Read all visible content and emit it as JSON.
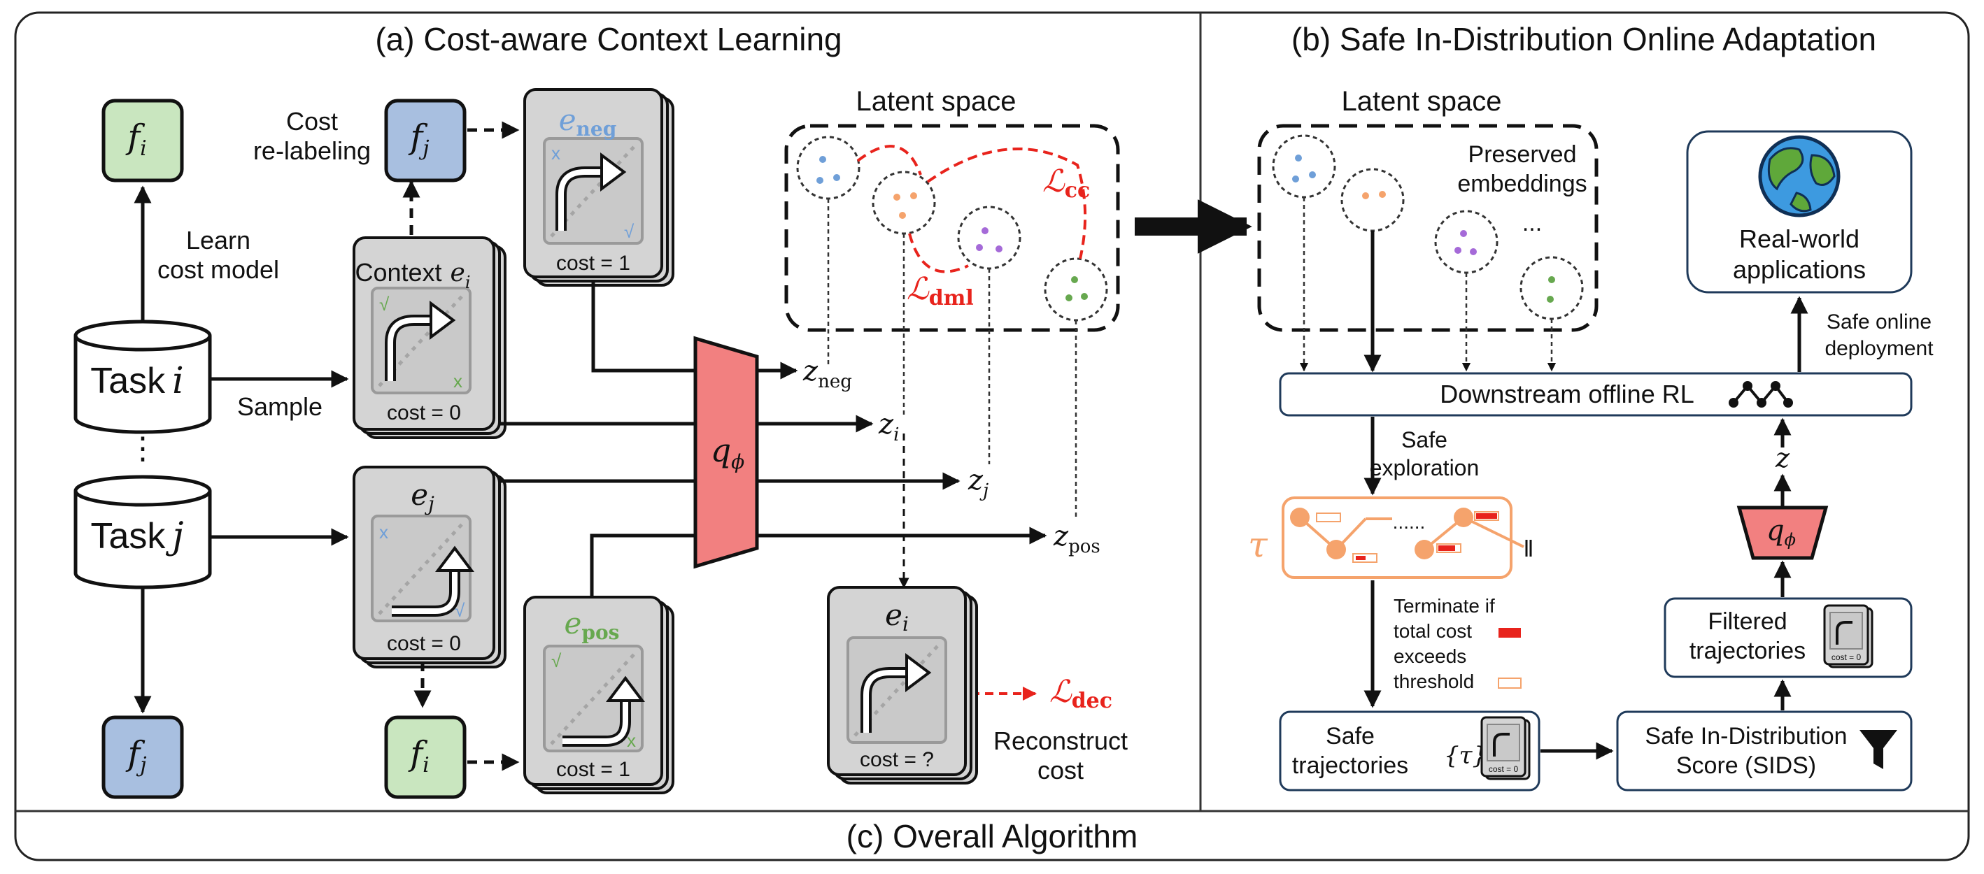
{
  "panels": {
    "a_title": "(a) Cost-aware Context Learning",
    "b_title": "(b) Safe In-Distribution Online Adaptation",
    "c_title": "(c) Overall Algorithm"
  },
  "panel_a": {
    "f_i": "f",
    "f_i_sub": "i",
    "f_j": "f",
    "f_j_sub": "j",
    "learn_cost": [
      "Learn",
      "cost model"
    ],
    "cost_relabel": [
      "Cost",
      "re-labeling"
    ],
    "task_i": "Task",
    "task_i_var": "i",
    "task_j": "Task",
    "task_j_var": "j",
    "ellipsis": "⋮",
    "sample": "Sample",
    "context": "Context",
    "e": "e",
    "sub_i": "i",
    "sub_j": "j",
    "sub_neg": "neg",
    "sub_pos": "pos",
    "cost_0": "cost = 0",
    "cost_1": "cost = 1",
    "cost_q": "cost = ?",
    "check": "√",
    "cross": "x",
    "encoder": "q",
    "encoder_sub": "ϕ",
    "z": "z",
    "latent_space": "Latent space",
    "L": "ℒ",
    "L_cc": "cc",
    "L_dml": "dml",
    "L_dec": "dec",
    "reconstruct": [
      "Reconstruct",
      "cost"
    ]
  },
  "panel_b": {
    "latent_space": "Latent space",
    "preserved": [
      "Preserved",
      "embeddings"
    ],
    "dots": "...",
    "real_world": [
      "Real-world",
      "applications"
    ],
    "safe_online": [
      "Safe online",
      "deployment"
    ],
    "downstream": "Downstream offline RL",
    "safe_exploration": [
      "Safe",
      "exploration"
    ],
    "tau": "τ",
    "traj_dots": "......",
    "terminate": [
      "Terminate if",
      "total cost",
      "exceeds",
      "threshold"
    ],
    "safe_traj": [
      "Safe",
      "trajectories"
    ],
    "tau_set": "{τ}",
    "sids": [
      "Safe In-Distribution",
      "Score (SIDS)"
    ],
    "filtered": [
      "Filtered",
      "trajectories"
    ],
    "z": "z",
    "mini_cost": "cost = 0"
  },
  "colors": {
    "green_box": "#c9e6bf",
    "blue_box": "#a8bfe0",
    "encoder": "#f28080",
    "loss_red": "#e8231c",
    "neg_blue": "#6f9fd8",
    "pos_green": "#67a84f",
    "tau_orange": "#f5a36c",
    "card_gray": "#d4d4d4"
  }
}
